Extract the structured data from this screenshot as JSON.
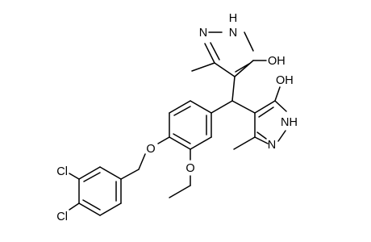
{
  "molecule": {
    "labels": {
      "nh_top": "N",
      "h_top": "H",
      "n_top": "N",
      "oh_top": "OH",
      "oh_bottom": "OH",
      "nh_bottom": "NH",
      "n_bottom": "N",
      "ether_o": "O",
      "ethoxy_o": "O",
      "cl_upper": "Cl",
      "cl_lower": "Cl"
    },
    "colors": {
      "bond": "#000000",
      "text": "#000000",
      "background": "#ffffff"
    }
  }
}
